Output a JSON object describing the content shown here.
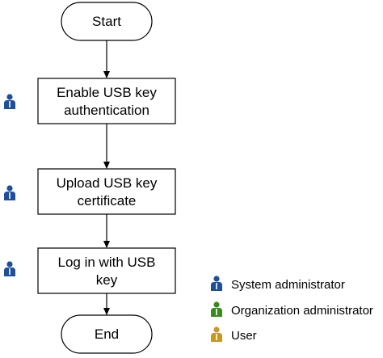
{
  "flowchart": {
    "start": {
      "label": "Start"
    },
    "steps": [
      {
        "lines": [
          "Enable USB key",
          "authentication"
        ],
        "role": "system"
      },
      {
        "lines": [
          "Upload USB key",
          "certificate"
        ],
        "role": "system"
      },
      {
        "lines": [
          "Log in with USB",
          "key"
        ],
        "role": "system"
      }
    ],
    "end": {
      "label": "End"
    }
  },
  "legend": {
    "items": [
      {
        "label": "System administrator",
        "color": "#1f4e9a"
      },
      {
        "label": "Organization administrator",
        "color": "#3a8a1f"
      },
      {
        "label": "User",
        "color": "#c99a1a"
      }
    ]
  },
  "colors": {
    "stroke": "#000000",
    "fill": "#ffffff"
  }
}
